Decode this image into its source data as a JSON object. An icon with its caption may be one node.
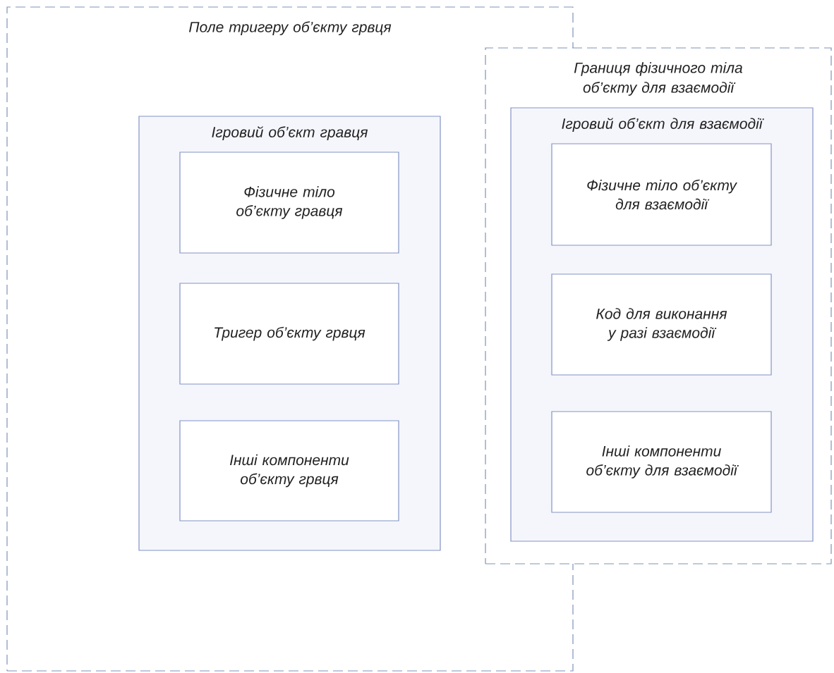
{
  "diagram": {
    "nodes": [
      {
        "text": [
          "Поле тригеру об’єкту грвця"
        ]
      },
      {
        "text": [
          "Ігровий об’єкт гравця"
        ],
        "in": 0
      },
      {
        "text": [
          "Фізичне тіло об’єкту гравця"
        ],
        "in": 1
      },
      {
        "text": [
          "Тригер об’єкту грвця"
        ],
        "in": 1
      },
      {
        "text": [
          "Інші компоненти об’єкту грвця"
        ],
        "in": 1
      },
      {
        "text": [
          "Границя фізичного тіла об’єкту для взаємодії"
        ]
      },
      {
        "text": [
          "Ігровий об’єкт для взаємодії"
        ],
        "in": 5
      },
      {
        "text": [
          "Фізичне тіло об’єкту для взаємодії"
        ],
        "in": 6
      },
      {
        "text": [
          "Код для виконання у разі взаємодії"
        ],
        "in": 6
      },
      {
        "text": [
          "Інші компоненти об’єкту для взаємодії"
        ],
        "in": 6
      }
    ]
  }
}
